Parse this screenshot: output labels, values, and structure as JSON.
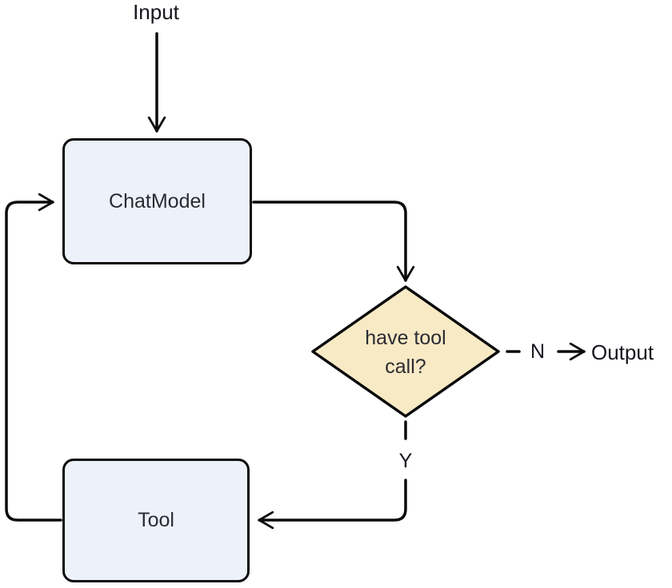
{
  "diagram": {
    "type": "flowchart",
    "nodes": {
      "input": "Input",
      "chat_model": "ChatModel",
      "decision": "have tool call?",
      "tool": "Tool",
      "output": "Output"
    },
    "edge_labels": {
      "no": "N",
      "yes": "Y"
    },
    "edges": [
      {
        "from": "Input",
        "to": "ChatModel",
        "style": "solid-arrow"
      },
      {
        "from": "ChatModel",
        "to": "have tool call?",
        "style": "solid-arrow"
      },
      {
        "from": "have tool call?",
        "to": "Output",
        "label": "N",
        "style": "dashed-then-arrow"
      },
      {
        "from": "have tool call?",
        "to": "Tool",
        "label": "Y",
        "style": "dashed-then-arrow"
      },
      {
        "from": "Tool",
        "to": "ChatModel",
        "style": "solid-arrow-loop"
      }
    ],
    "colors": {
      "node_fill": "#edf1fa",
      "decision_fill": "#f8eac5",
      "stroke": "#0b0b0b",
      "node_text": "#2b2b33",
      "label_text": "#15151d",
      "background": "#ffffff"
    }
  }
}
